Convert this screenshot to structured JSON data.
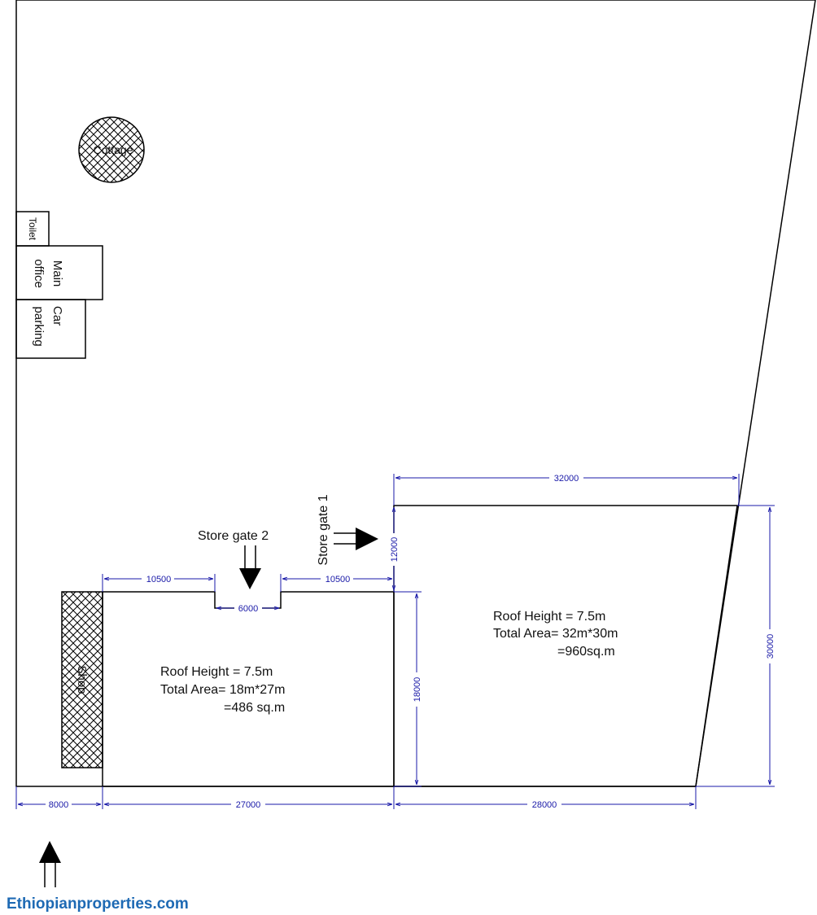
{
  "labels": {
    "cottage": "Cottage",
    "toilet": "Toilet",
    "main_office_1": "Main",
    "main_office_2": "office",
    "car_parking_1": "Car",
    "car_parking_2": "parking",
    "shop": "Shop",
    "shop_rotated": "Shop",
    "store_gate_1": "Store gate 1",
    "store_gate_2": "Store gate 2",
    "brand": "Ethiopianproperties.com",
    "small_store": {
      "line1": "Roof Height = 7.5m",
      "line2": "Total Area= 18m*27m",
      "line3": "=486 sq.m"
    },
    "large_store": {
      "line1": "Roof Height = 7.5m",
      "line2": "Total Area= 32m*30m",
      "line3": "=960sq.m"
    }
  },
  "dimensions": {
    "top_left": "10500",
    "gate2_opening": "6000",
    "top_right": "10500",
    "gate1_height": "12000",
    "large_top": "32000",
    "small_height": "18000",
    "large_height": "30000",
    "bottom_left": "8000",
    "bottom_small": "27000",
    "bottom_large": "28000"
  },
  "colors": {
    "outline": "#000000",
    "dimension": "#1a1aa8",
    "brand": "#1e6ab4"
  }
}
